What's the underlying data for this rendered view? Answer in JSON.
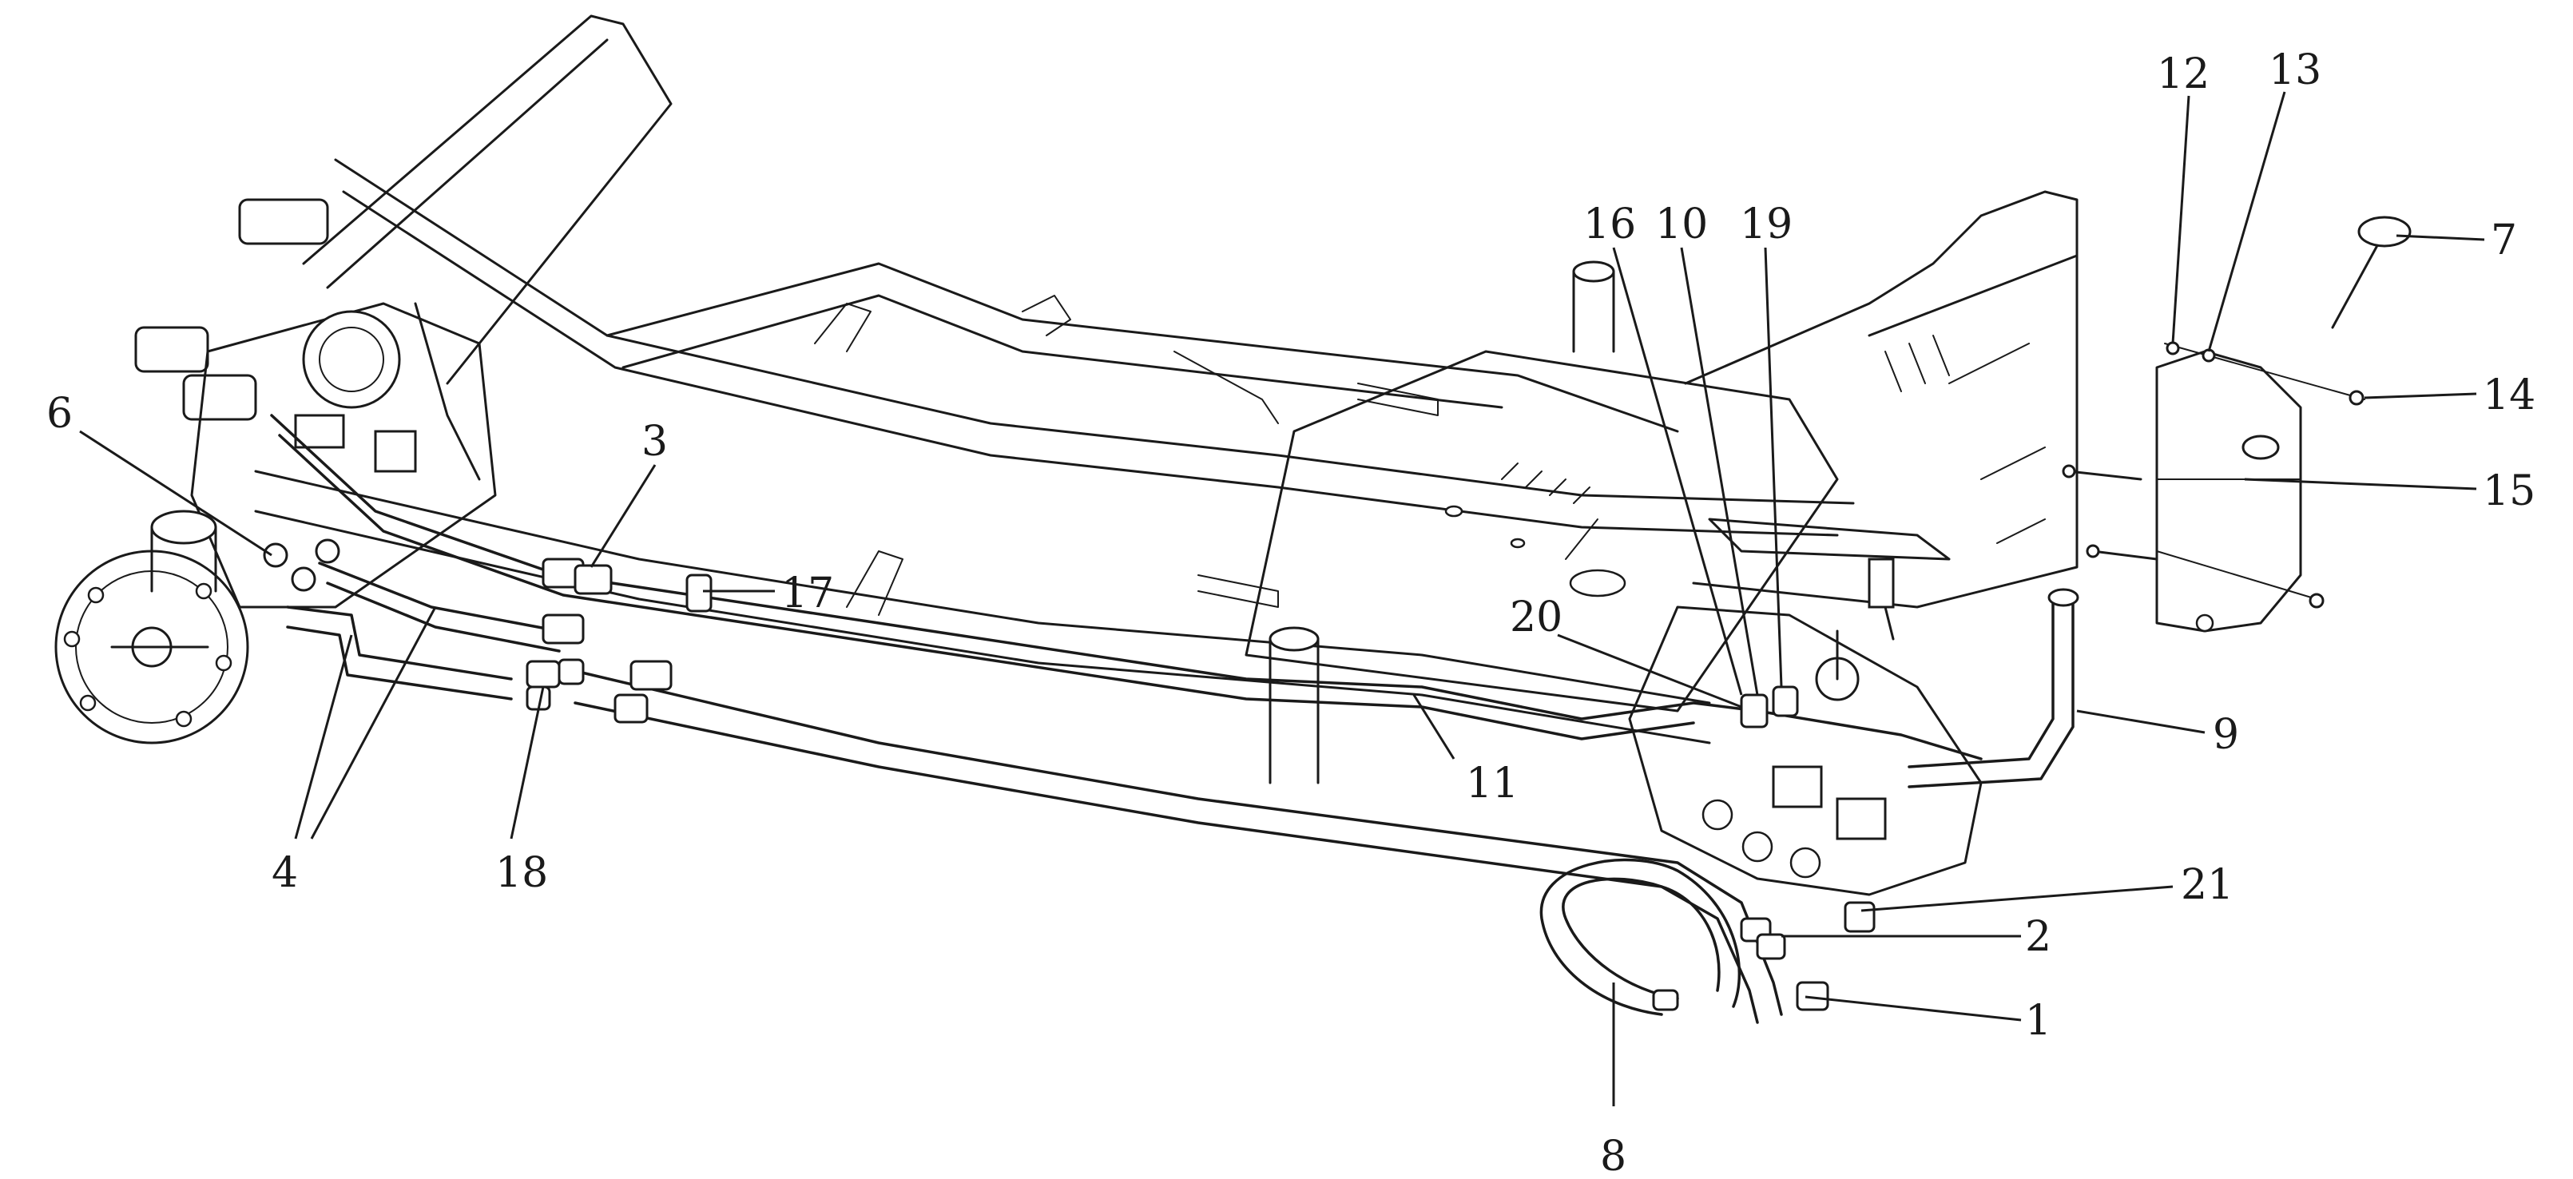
{
  "callouts": [
    "1",
    "2",
    "3",
    "4",
    "6",
    "7",
    "8",
    "9",
    "10",
    "11",
    "12",
    "13",
    "14",
    "15",
    "16",
    "17",
    "18",
    "19",
    "20",
    "21"
  ],
  "colors": {
    "line": "#1a1a1a",
    "background": "#ffffff"
  }
}
